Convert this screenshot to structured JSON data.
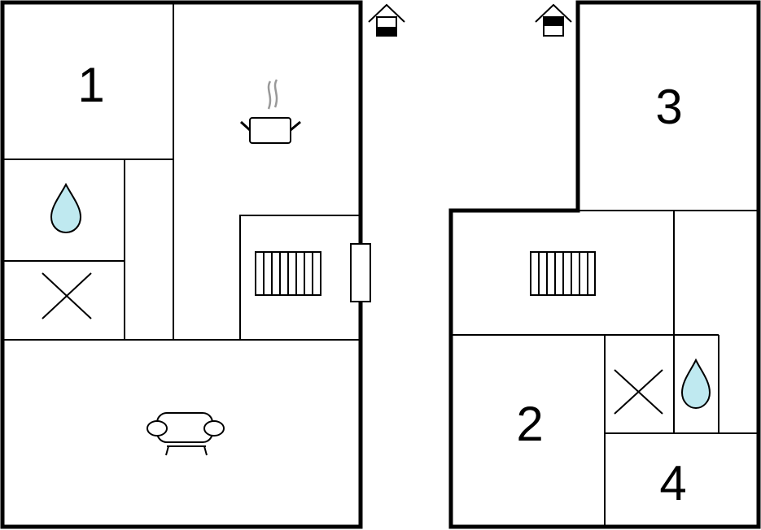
{
  "floor_plan": {
    "room_numbers": {
      "bedroom_1": "1",
      "bedroom_2": "2",
      "bedroom_3": "3",
      "bedroom_4": "4"
    },
    "icons": {
      "entrance": "house-entrance-icon",
      "kitchen": "cooking-pot-icon",
      "bathroom": "water-drop-icon",
      "toilet": "x-toilet-icon",
      "radiator": "radiator-icon",
      "living_room": "sofa-icon",
      "door": "door-icon"
    },
    "colors": {
      "wall": "#000000",
      "water": "#bfe9f0",
      "steam": "#999999",
      "background": "#ffffff"
    }
  }
}
